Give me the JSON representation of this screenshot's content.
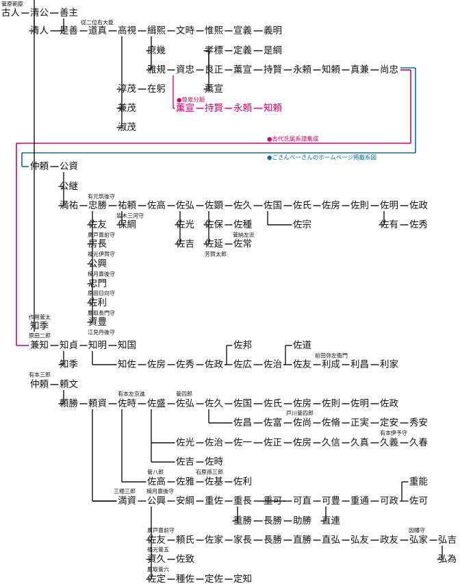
{
  "colors": {
    "line": "#111111",
    "magenta": "#d3006c",
    "blue": "#0070a8"
  },
  "legend": {
    "sonpi": "●尊卑分脈",
    "kodai": "●古代氏属系譜集成",
    "gosan": "●ごさんぺーさんのホームページ掲載系図"
  },
  "nodes": {
    "furuhito": "古人",
    "kiyokimi": "清公",
    "kiyohito": "清人",
    "yoshinushi": "善主",
    "koreyoshi": "是善",
    "michizane": "道真",
    "takami": "高視",
    "sukeaki": "緝熙",
    "fumitoki": "文時",
    "koreaki": "惟熙",
    "nobuyoshi": "宣義",
    "yoshiaki": "義明",
    "moroki": "庶幾",
    "takashiba": "孝標",
    "sadayoshi": "定義",
    "koretsuna": "是綱",
    "masanori": "雅規",
    "suketada": "資忠",
    "yoshimasa": "良正",
    "shigenobu1": "薫宣",
    "mochikata": "持賢",
    "nagayori": "永頼",
    "tomoyori": "知頼",
    "sanekane": "真兼",
    "hisatada": "尚忠",
    "shigenobu2": "薫宣",
    "atsushige": "淳茂",
    "arihiro": "在躬",
    "kaneshige": "兼茂",
    "shukushige": "淑茂",
    "p_shigenobu": "薫宣",
    "p_mochikata": "持賢",
    "p_nagayori": "永頼",
    "p_tomoyori": "知頼",
    "nakayori1": "仲頼",
    "kimisuke": "公資",
    "kimitsugu": "公継",
    "mitsusuke": "満祐",
    "tadakatsu": "忠勝",
    "sukeyori": "祐頼",
    "sukataka1": "佐高",
    "sukehiro1": "佐弘",
    "suke_ken": "佐顕",
    "sukehisa1": "佐久",
    "sukekuni1": "佐国",
    "sukeuji1": "佐氏",
    "sukefusa1": "佐房",
    "sukenori1": "佐則",
    "sukeaki1": "佐明",
    "sukemasa": "佐政",
    "sukemune": "佐宗",
    "sukeari": "佐有",
    "sukehide1": "佐秀",
    "yasutsuna": "保綱",
    "sukemitsu1": "佐光",
    "sukeyasu": "佐保",
    "suketane": "佐種",
    "sukeyoshi1": "佐吉",
    "sukenobu": "佐延",
    "suketsune": "佐常",
    "suketomo1": "佐友",
    "fusanaga": "房長",
    "kimioki1": "公興",
    "tadakado": "忠門",
    "suketoshi": "佐利",
    "sukeyutaka": "資豊",
    "tomosue1": "知季",
    "kanetomo": "兼知",
    "tomosada": "知貞",
    "tomoaki": "知明",
    "tomokuni": "知国",
    "tomosue2": "知季",
    "tomosuke": "知佐",
    "sukefusa2": "佐房",
    "sukehide2": "佐秀",
    "sukemasa2": "佐政",
    "sukekuni2": "佐邦",
    "sukehiro2": "佐広",
    "sukeharu": "佐治",
    "sukemichi": "佐道",
    "suketomo2": "佐友",
    "toshinari": "利成",
    "toshimasa": "利昌",
    "toshiie": "利家",
    "nakayori2": "仲頼",
    "yorifumi": "頼文",
    "yorikatsu": "頼勝",
    "yorisuke": "頼資",
    "suketoki1": "佐時",
    "sukemori": "佐盛",
    "sukehiro3": "佐弘",
    "sukehisa2": "佐久",
    "sukekuni3": "佐国",
    "sukeuji2": "佐氏",
    "sukefusa3": "佐房",
    "sukenori2": "佐則",
    "sukeaki2": "佐明",
    "sukemasa3": "佐政",
    "sukemasa_b": "佐昌",
    "suketomi": "佐富",
    "sukenao": "佐尚",
    "suketoshi2": "佐脩",
    "masazane": "正実",
    "sadayasu": "定安",
    "hideyasu": "秀安",
    "sukemitsu2": "佐光",
    "sukeharu2": "佐治",
    "sukekazu": "佐一",
    "sukemasa4": "佐正",
    "sukefusa4": "佐房",
    "hisanobu": "久信",
    "hisasane": "久真",
    "hisayoshi": "久義",
    "hisaharu": "久春",
    "sukeyoshi2": "佐吉",
    "suketoki2": "佐時",
    "sukataka2": "佐高",
    "sukemasa5": "佐雅",
    "sukemoto": "佐基",
    "suketoshi3": "佐利",
    "mitsusuke2": "満資",
    "kimioki2": "公興",
    "yasutsuna2": "安綱",
    "shigesuke": "重佐",
    "shigenaga": "重長",
    "shigeyoshi": "重可",
    "yoshinao": "可直",
    "yoshitoyo": "可豊",
    "shigemichi": "重通",
    "yoshimasa2": "可政",
    "shigeyoshi2": "重能",
    "sukeyoshi3": "佐可",
    "shigekatsu": "重勝",
    "nagakatsu": "長勝",
    "sukekatsu": "助勝",
    "naotsura": "直連",
    "suketomo3": "佐友",
    "yoriuji": "頼氏",
    "sukeie": "佐家",
    "ienaga": "家長",
    "nagakatsu2": "長勝",
    "naokatsu": "直勝",
    "naohiro": "直弘",
    "hirotomo": "弘友",
    "masatomo": "政友",
    "hiroie": "弘家",
    "hiroyoshi": "弘吉",
    "hirotame": "弘為",
    "sukehisa3": "資久",
    "sukemune2": "佐致",
    "sukesada": "佐定",
    "tanesuke": "種佐",
    "sadasuke": "定佐",
    "sadatomo": "定知"
  },
  "notes": {
    "n01": "菅原朝臣",
    "n02": "従二位右大臣",
    "n03": "有元筑後守",
    "n04": "皆木三河守",
    "n05": "廣戸豊前守",
    "n06": "福光伊賀守",
    "n07": "楠月豊後守",
    "n08": "原田日向守",
    "n09": "鷹取長門守",
    "n10": "江見丹後守",
    "n11": "菅納左近",
    "n12": "芳賀太郎",
    "n13": "作用菅太",
    "n14": "原田二郎",
    "n15": "前田弥左衛門",
    "n16": "有本三郎",
    "n17": "有本左京進",
    "n18": "菅四郎",
    "n19": "戸川菅四郎",
    "n20": "有本伊予守",
    "n21": "菅八郎",
    "n22": "石原孫三郎",
    "n23": "三穂三郎",
    "n24": "楠月豊後守",
    "n25": "廣戸豊前守",
    "n26": "福光菅五",
    "n27": "鷹取菅六",
    "n28": "因幡守"
  }
}
